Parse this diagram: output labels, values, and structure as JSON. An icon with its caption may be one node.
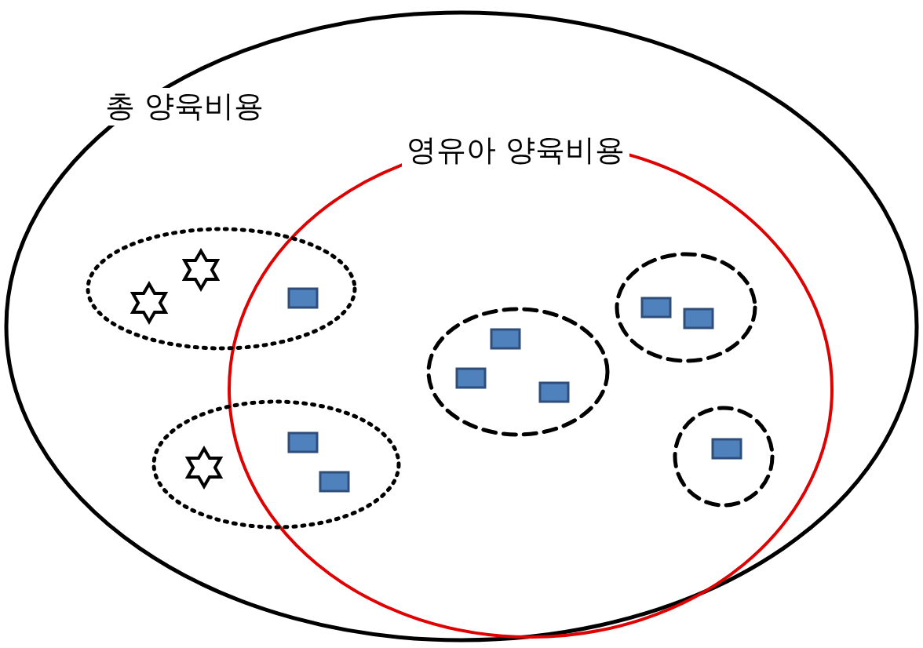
{
  "diagram": {
    "nodes": [
      {
        "text": [
          "총 양육비용"
        ]
      },
      {
        "text": [
          "영유아 양육비용"
        ],
        "in": 0
      },
      {
        "text": [],
        "shape": "ellipse",
        "in": 0
      },
      {
        "text": [],
        "shape": "star",
        "in": 2
      },
      {
        "text": [],
        "shape": "star",
        "in": 2
      },
      {
        "text": [],
        "shape": "box"
      },
      {
        "text": [],
        "shape": "ellipse",
        "in": 0
      },
      {
        "text": [],
        "shape": "star",
        "in": 6
      },
      {
        "text": [],
        "shape": "box"
      },
      {
        "text": [],
        "shape": "box"
      },
      {
        "text": [],
        "shape": "ellipse",
        "in": 1
      },
      {
        "text": [],
        "shape": "box",
        "in": 10
      },
      {
        "text": [],
        "shape": "box",
        "in": 10
      },
      {
        "text": [],
        "shape": "box",
        "in": 10
      },
      {
        "text": [],
        "shape": "ellipse",
        "in": 1
      },
      {
        "text": [],
        "shape": "box",
        "in": 14
      },
      {
        "text": [],
        "shape": "box",
        "in": 14
      },
      {
        "text": [],
        "shape": "ellipse",
        "in": 1
      },
      {
        "text": [],
        "shape": "box",
        "in": 17
      }
    ]
  }
}
